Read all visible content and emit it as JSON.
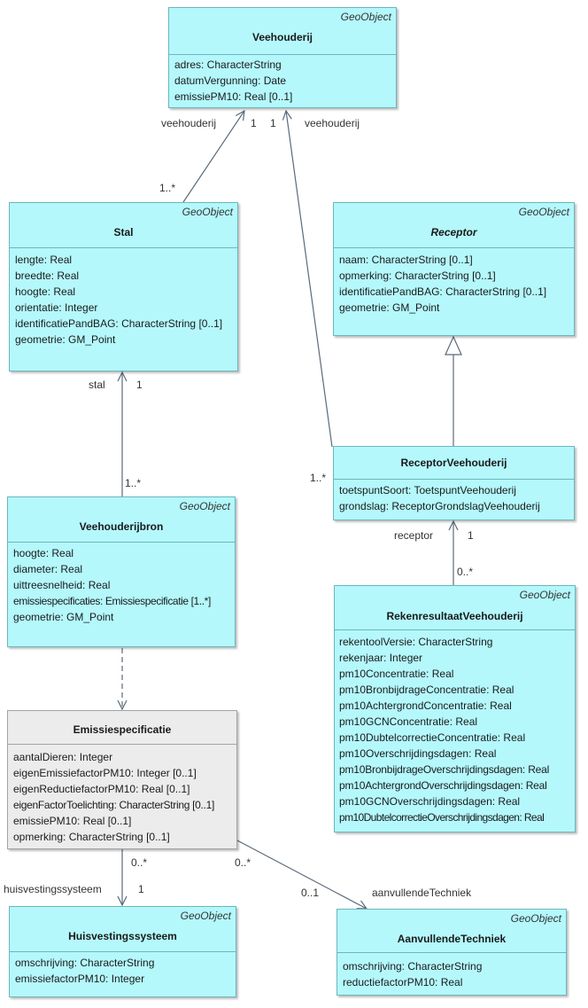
{
  "stereotype": "GeoObject",
  "classes": {
    "veehouderij": {
      "name": "Veehouderij",
      "attrs": [
        "adres: CharacterString",
        "datumVergunning: Date",
        "emissiePM10: Real [0..1]"
      ]
    },
    "stal": {
      "name": "Stal",
      "attrs": [
        "lengte: Real",
        "breedte: Real",
        "hoogte: Real",
        "orientatie: Integer",
        "identificatiePandBAG: CharacterString [0..1]",
        "geometrie: GM_Point"
      ]
    },
    "receptor": {
      "name": "Receptor",
      "attrs": [
        "naam: CharacterString [0..1]",
        "opmerking: CharacterString [0..1]",
        "identificatiePandBAG: CharacterString [0..1]",
        "geometrie: GM_Point"
      ]
    },
    "receptorveehouderij": {
      "name": "ReceptorVeehouderij",
      "attrs": [
        "toetspuntSoort: ToetspuntVeehouderij",
        "grondslag: ReceptorGrondslagVeehouderij"
      ]
    },
    "veehouderijbron": {
      "name": "Veehouderijbron",
      "attrs": [
        "hoogte: Real",
        "diameter: Real",
        "uittreesnelheid: Real",
        "emissiespecificaties: Emissiespecificatie [1..*]",
        "geometrie: GM_Point"
      ]
    },
    "rekenresultaat": {
      "name": "RekenresultaatVeehouderij",
      "attrs": [
        "rekentoolVersie: CharacterString",
        "rekenjaar: Integer",
        "pm10Concentratie: Real",
        "pm10BronbijdrageConcentratie: Real",
        "pm10AchtergrondConcentratie: Real",
        "pm10GCNConcentratie: Real",
        "pm10DubtelcorrectieConcentratie: Real",
        "pm10Overschrijdingsdagen: Real",
        "pm10BronbijdrageOverschrijdingsdagen: Real",
        "pm10AchtergrondOverschrijdingsdagen: Real",
        "pm10GCNOverschrijdingsdagen: Real",
        "pm10DubtelcorrectieOverschrijdingsdagen: Real"
      ]
    },
    "emissiespecificatie": {
      "name": "Emissiespecificatie",
      "attrs": [
        "aantalDieren: Integer",
        "eigenEmissiefactorPM10: Integer [0..1]",
        "eigenReductiefactorPM10: Real [0..1]",
        "eigenFactorToelichting: CharacterString [0..1]",
        "emissiePM10: Real [0..1]",
        "opmerking: CharacterString [0..1]"
      ]
    },
    "huisvestingssysteem": {
      "name": "Huisvestingssysteem",
      "attrs": [
        "omschrijving: CharacterString",
        "emissiefactorPM10: Integer"
      ]
    },
    "aanvullendetechniek": {
      "name": "AanvullendeTechniek",
      "attrs": [
        "omschrijving: CharacterString",
        "reductiefactorPM10: Real"
      ]
    }
  },
  "labels": {
    "stal_veeh_role": "veehouderij",
    "stal_veeh_one": "1",
    "stal_veeh_many": "1..*",
    "rec_veeh_one": "1",
    "rec_veeh_role": "veehouderij",
    "rec_veeh_many": "1..*",
    "bron_stal_role": "stal",
    "bron_stal_one": "1",
    "bron_stal_many": "1..*",
    "rek_rec_role": "receptor",
    "rek_rec_one": "1",
    "rek_rec_many": "0..*",
    "emis_huis_many": "0..*",
    "emis_huis_role": "huisvestingssysteem",
    "emis_huis_one": "1",
    "emis_aanv_many": "0..*",
    "emis_aanv_opt": "0..1",
    "emis_aanv_role": "aanvullendeTechniek"
  }
}
